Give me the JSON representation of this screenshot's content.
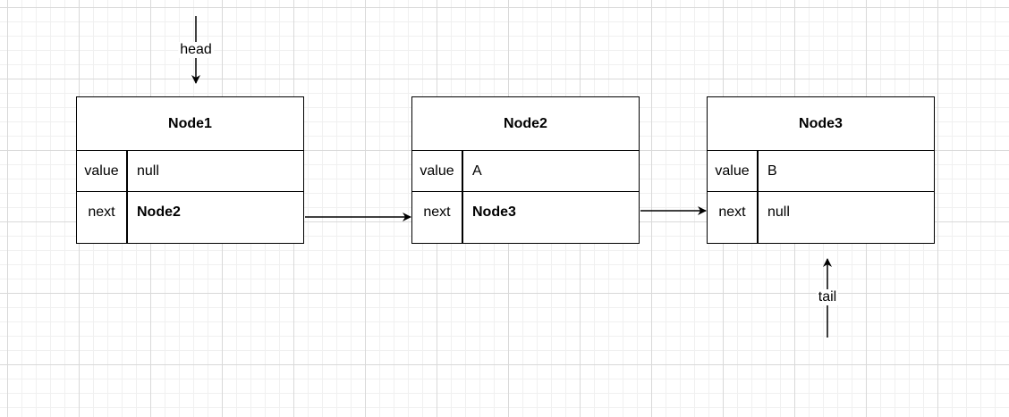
{
  "pointers": {
    "head": "head",
    "tail": "tail"
  },
  "nodes": [
    {
      "title": "Node1",
      "value_key": "value",
      "value": "null",
      "next_key": "next",
      "next": "Node2"
    },
    {
      "title": "Node2",
      "value_key": "value",
      "value": "A",
      "next_key": "next",
      "next": "Node3"
    },
    {
      "title": "Node3",
      "value_key": "value",
      "value": "B",
      "next_key": "next",
      "next": "null"
    }
  ]
}
